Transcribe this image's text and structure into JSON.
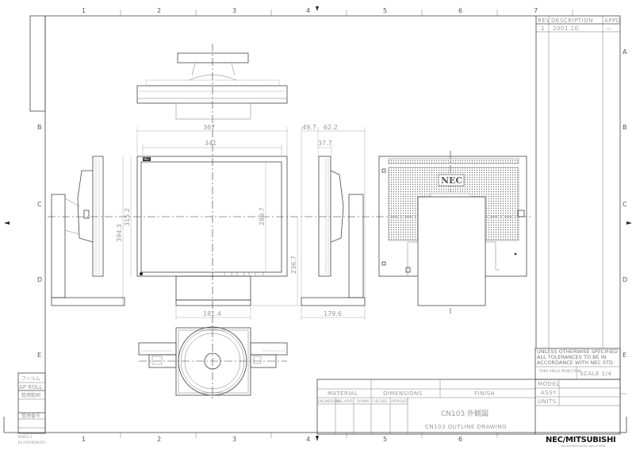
{
  "sheet": {
    "columns": [
      "1",
      "2",
      "3",
      "4",
      "5",
      "6",
      "7"
    ],
    "rows": [
      "A",
      "B",
      "C",
      "D",
      "E"
    ]
  },
  "revision_block": {
    "headers": {
      "rev": "REV",
      "description": "DESCRIPTION",
      "appd": "APPD"
    },
    "entries": [
      {
        "rev": "1",
        "description": "2001.10.",
        "appd": "—"
      }
    ]
  },
  "dimensions": {
    "front_overall_width": "367",
    "front_bezel_width": "341",
    "overall_height": "394.3",
    "panel_height": "315.2",
    "screen_height": "289.7",
    "center_height": "236.7",
    "stand_width": "181.4",
    "side_depth_a": "49.7",
    "side_depth_b": "62.2",
    "side_panel_depth": "37.7",
    "side_base_depth": "179.6"
  },
  "drawing_labels": {
    "front_logo": "NEC",
    "rear_logo": "NEC"
  },
  "title_block": {
    "tolerance_note": "UNLESS OTHERWISE SPECIFIED ALL TOLERANCES TO BE IN ACCORDANCE WITH NEC STD",
    "projection": "THIRD ANGLE PROJECTION",
    "scale": "SCALE 1/4",
    "model_label": "MODEL",
    "assy_label": "ASSY",
    "units_label": "UNITS",
    "material_label": "MATERIAL",
    "dimensions_label": "DIMENSIONS",
    "finish_label": "FINISH",
    "signoffs": [
      "ENGINEERING",
      "ENG.APPD",
      "DRAWN",
      "CHECKED",
      "APPROVED"
    ],
    "title_jp": "CN103 外観図",
    "title_en": "CN103 OUTLINE DRAWING"
  },
  "left_table": {
    "rows": [
      "フィルム",
      "AP ROLL",
      "整理範囲",
      "",
      "整理番号"
    ]
  },
  "footer": {
    "form_code": "M0915-1",
    "jis_code": "JIS A3K39094201",
    "logo": "NEC/MITSUBISHI",
    "logo_sub": "NEC-MITSUBISHI ELECTRIC VISUAL SYSTEMS"
  }
}
